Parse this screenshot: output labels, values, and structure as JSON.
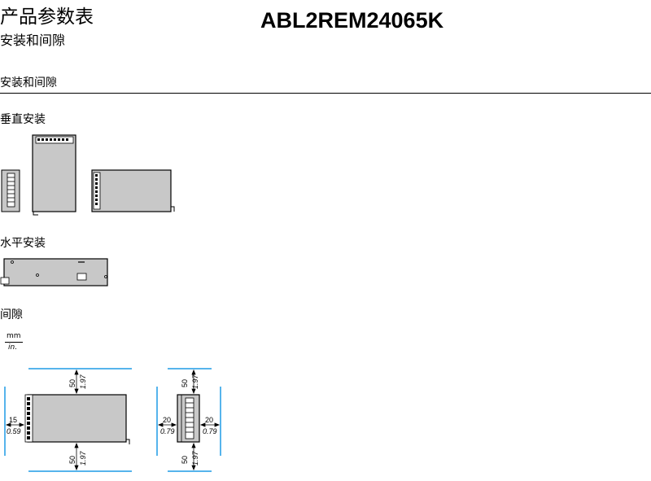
{
  "header": {
    "title": "产品参数表",
    "subtitle": "安装和间隙",
    "product_ref": "ABL2REM24065K"
  },
  "section": {
    "heading": "安装和间隙",
    "vertical_heading": "垂直安装",
    "horizontal_heading": "水平安装",
    "clearance_heading": "间隙"
  },
  "units": {
    "mm": "mm",
    "in": "in."
  },
  "clearance_left": {
    "top_mm": "50",
    "top_in": "1.97",
    "left_mm": "15",
    "left_in": "0.59",
    "bottom_mm": "50",
    "bottom_in": "1.97"
  },
  "clearance_right": {
    "top_mm": "50",
    "top_in": "1.97",
    "left_mm": "20",
    "left_in": "0.79",
    "right_mm": "20",
    "right_in": "0.79",
    "bottom_mm": "50",
    "bottom_in": "1.97"
  },
  "colors": {
    "device_fill": "#c8c8c8",
    "clearance_line": "#1e9be6",
    "outline": "#000000"
  }
}
